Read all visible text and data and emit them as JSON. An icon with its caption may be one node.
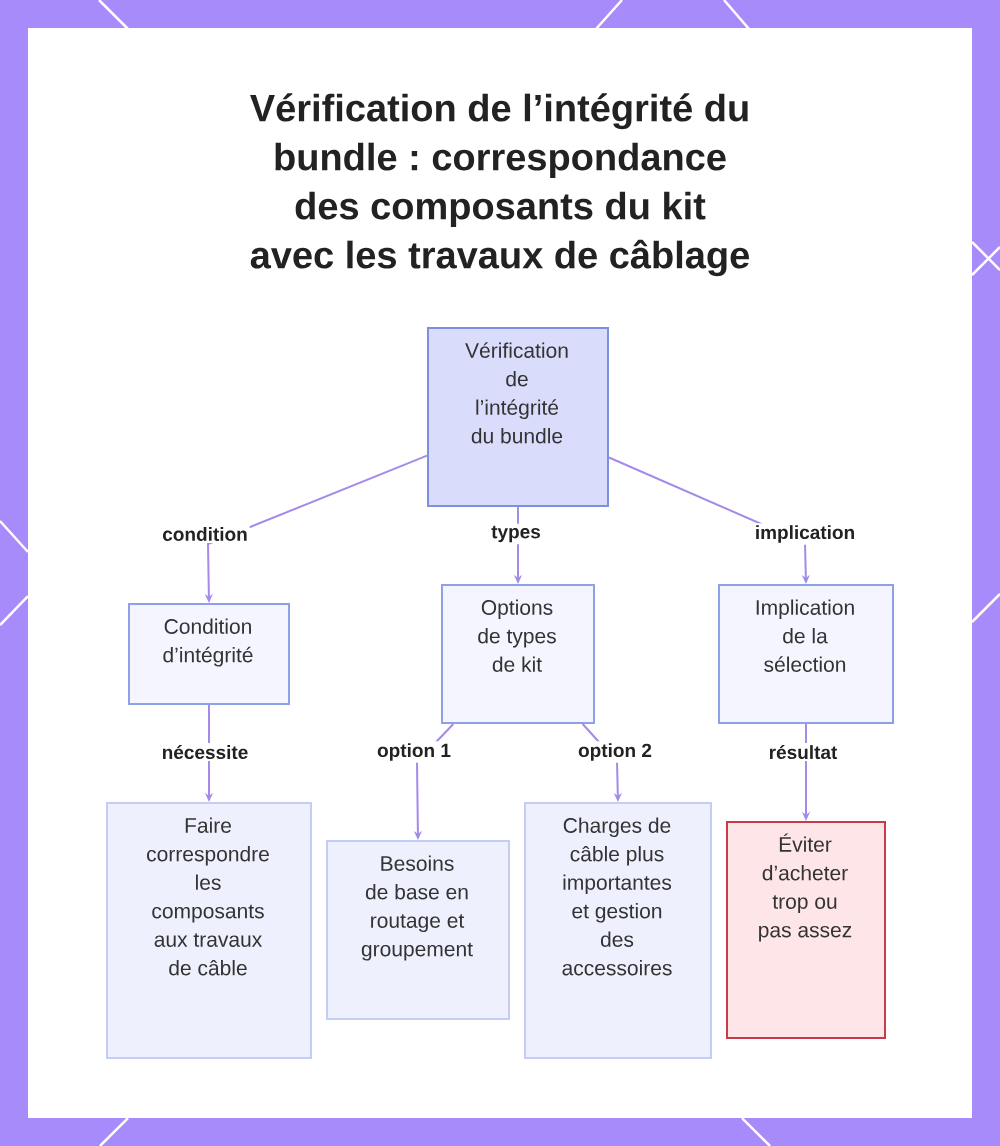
{
  "diagram": {
    "title": "Vérification de l’intégrité du bundle : correspondance des composants du kit avec les travaux de câblage",
    "nodes": [
      {
        "text": [
          "Vérification de l’intégrité du bundle"
        ]
      },
      {
        "text": [
          "Condition d’intégrité"
        ]
      },
      {
        "text": [
          "Options de types de kit"
        ]
      },
      {
        "text": [
          "Implication de la sélection"
        ]
      },
      {
        "text": [
          "Faire correspondre les composants aux travaux de câble"
        ]
      },
      {
        "text": [
          "Besoins de base en routage et groupement"
        ]
      },
      {
        "text": [
          "Charges de câble plus importantes et gestion des accessoires"
        ]
      },
      {
        "text": [
          "Éviter d’acheter trop ou pas assez"
        ]
      }
    ],
    "edges": [
      {
        "from": 0,
        "to": 1,
        "arrow": "to",
        "label": "condition"
      },
      {
        "from": 0,
        "to": 2,
        "arrow": "to",
        "label": "types"
      },
      {
        "from": 0,
        "to": 3,
        "arrow": "to",
        "label": "implication"
      },
      {
        "from": 1,
        "to": 4,
        "arrow": "to",
        "label": "nécessite"
      },
      {
        "from": 2,
        "to": 5,
        "arrow": "to",
        "label": "option 1"
      },
      {
        "from": 2,
        "to": 6,
        "arrow": "to",
        "label": "option 2"
      },
      {
        "from": 3,
        "to": 7,
        "arrow": "to",
        "label": "résultat"
      }
    ]
  }
}
